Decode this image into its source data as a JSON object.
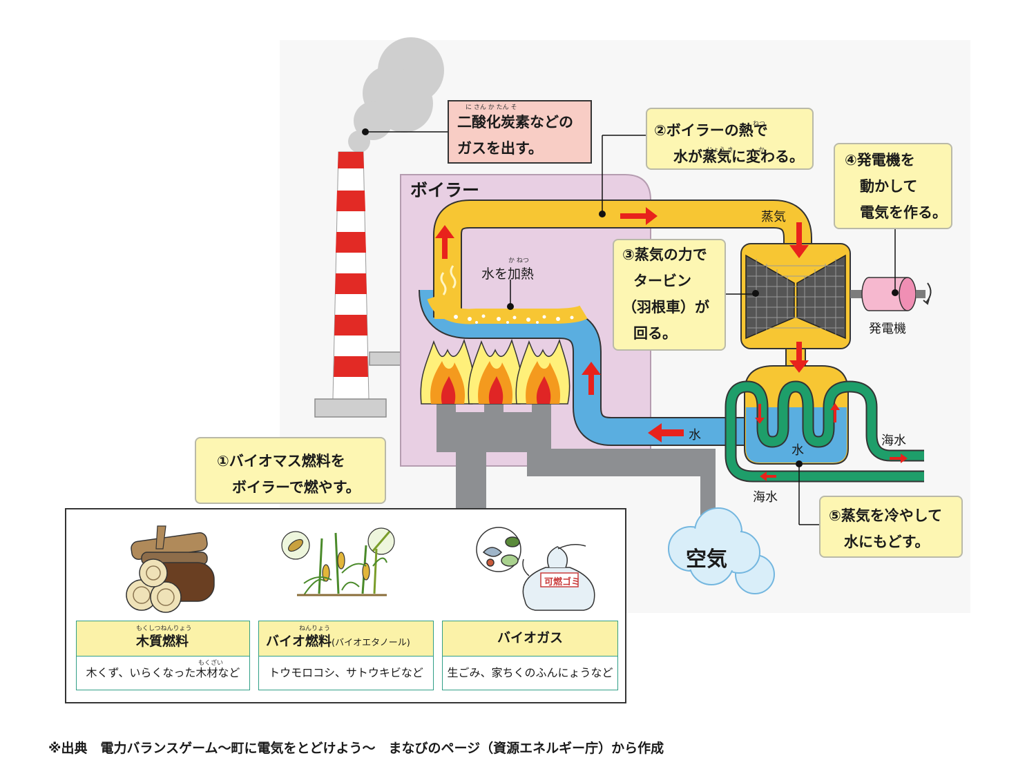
{
  "co2_note": {
    "line1": "二酸化炭素などの",
    "line2": "ガスを出す。",
    "ruby": "に さん か たん そ"
  },
  "boiler": {
    "title": "ボイラー",
    "heat_label": "水を加熱",
    "heat_ruby": "か ねつ"
  },
  "step1": {
    "line1": "①バイオマス燃料を",
    "line2": "ボイラーで燃やす。"
  },
  "step2": {
    "line1": "②ボイラーの熱で",
    "line2": "水が蒸気に変わる。",
    "ruby1": "ねつ",
    "ruby2": "じょう き",
    "ruby3": "か"
  },
  "step3": {
    "line1": "③蒸気の力で",
    "line2": "タービン",
    "line3": "（羽根車）が",
    "line4": "回る。"
  },
  "step4": {
    "line1": "④発電機を",
    "line2": "動かして",
    "line3": "電気を作る。"
  },
  "step5": {
    "line1": "⑤蒸気を冷やして",
    "line2": "水にもどす。"
  },
  "labels": {
    "steam": "蒸気",
    "water_pipe": "水",
    "water_tank": "水",
    "seawater_in": "海水",
    "seawater_out": "海水",
    "generator": "発電機",
    "air": "空気"
  },
  "fuels": [
    {
      "title": "木質燃料",
      "title_ruby": "もくしつねんりょう",
      "desc": "木くず、いらくなった木材など",
      "desc_ruby": "もくざい"
    },
    {
      "title": "バイオ燃料",
      "title_suffix": "(バイオエタノール)",
      "title_ruby": "ねんりょう",
      "desc": "トウモロコシ、サトウキビなど"
    },
    {
      "title": "バイオガス",
      "desc": "生ごみ、家ちくのふんにょうなど"
    }
  ],
  "garbage_bag_label": "可燃ゴミ",
  "source": "※出典　電力バランスゲーム〜町に電気をとどけよう〜　まなびのページ（資源エネルギー庁）から作成",
  "colors": {
    "steam_pipe": "#f7c633",
    "water_pipe": "#5aaee0",
    "seawater_pipe": "#1e9e6a",
    "boiler_box": "#e8cfe3",
    "arrow": "#e8221c",
    "chimney_red": "#e22a25"
  }
}
